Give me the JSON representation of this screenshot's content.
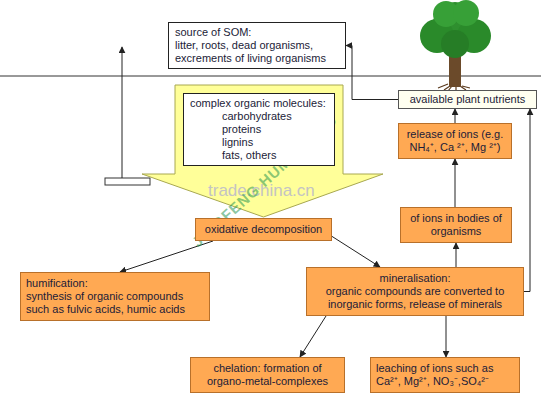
{
  "diagram": {
    "nodes": [
      {
        "text": [
          "source of SOM:",
          "litter, roots, dead organisms, excrements of living organisms"
        ]
      },
      {
        "text": [
          "complex organic molecules:",
          "carbohydrates",
          "proteins",
          "lignins",
          "fats, others"
        ]
      },
      {
        "text": [
          "available plant nutrients"
        ]
      },
      {
        "text": [
          "release of ions (e.g. NH₄⁺, Ca ²⁺, Mg ²⁺)"
        ]
      },
      {
        "text": [
          "of ions in bodies of organisms"
        ]
      },
      {
        "text": [
          "oxidative decomposition"
        ]
      },
      {
        "text": [
          "humification:",
          "synthesis of organic compounds such as fulvic acids, humic acids"
        ]
      },
      {
        "text": [
          "mineralisation:",
          "organic compounds are converted to inorganic forms, release of minerals"
        ]
      },
      {
        "text": [
          "chelation: formation of organo-metal-complexes"
        ]
      },
      {
        "text": [
          "leaching of ions such as Ca²⁺, Mg²⁺, NO₃⁻,SO₄²⁻"
        ]
      }
    ],
    "edges": [
      {
        "from": 1,
        "to": 5,
        "arrow": "to"
      },
      {
        "from": 5,
        "to": 6,
        "arrow": "to"
      },
      {
        "from": 5,
        "to": 7,
        "arrow": "to"
      },
      {
        "from": 7,
        "to": 8,
        "arrow": "to"
      },
      {
        "from": 7,
        "to": 9,
        "arrow": "to"
      },
      {
        "from": 7,
        "to": 4,
        "arrow": "to"
      },
      {
        "from": 4,
        "to": 3,
        "arrow": "to"
      },
      {
        "from": 3,
        "to": 2,
        "arrow": "to"
      },
      {
        "from": 7,
        "to": 2,
        "arrow": "to"
      },
      {
        "from": 2,
        "to": 0,
        "arrow": "to"
      }
    ],
    "labels": [
      "trade.china.cn",
      "JINGFENG HUMIC ACID"
    ]
  }
}
